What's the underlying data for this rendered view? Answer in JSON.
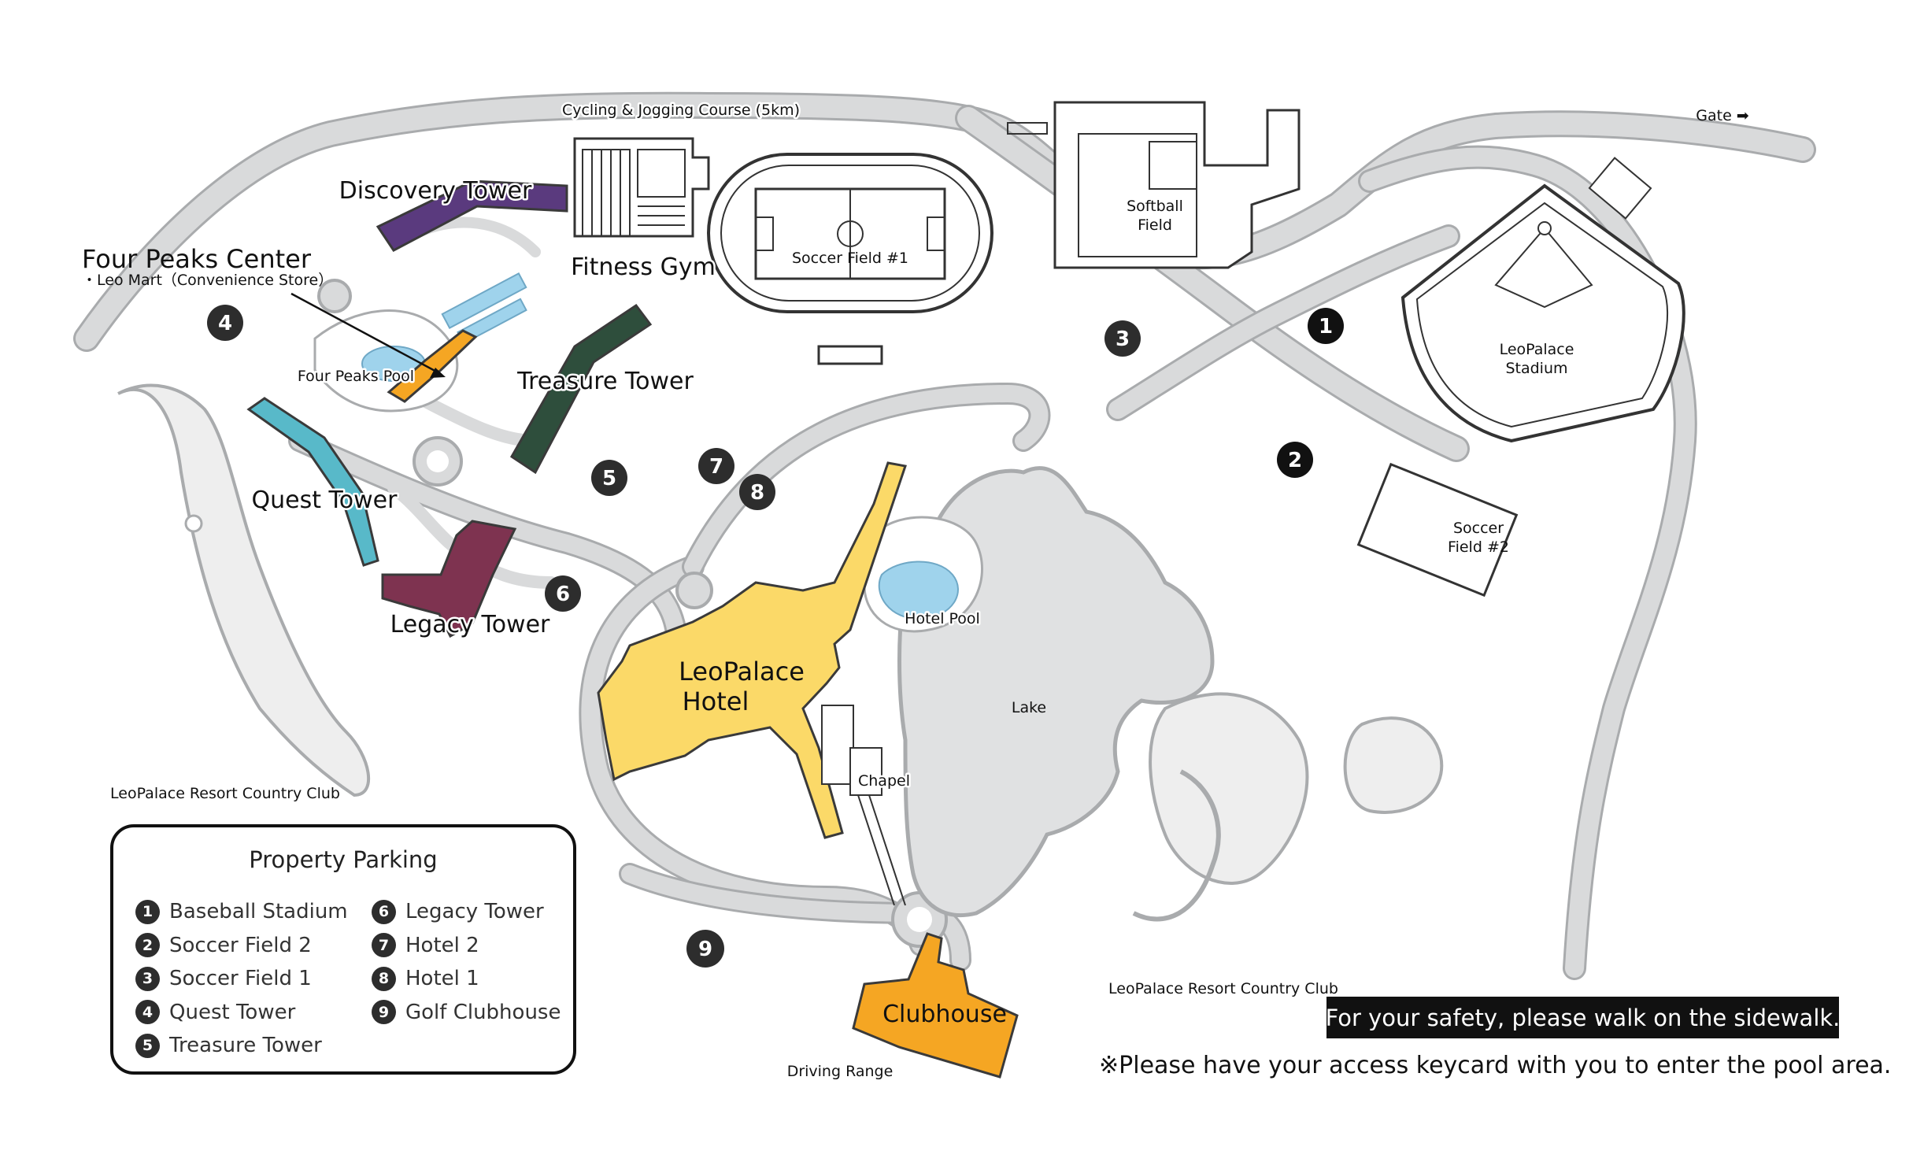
{
  "colors": {
    "road": "#d9dadb",
    "road_outline": "#a9abad",
    "lake": "#e0e1e2",
    "discovery_tower": "#5a3a7e",
    "treasure_tower": "#2e4e3c",
    "quest_tower": "#58b9c9",
    "legacy_tower": "#7e3350",
    "four_peaks_center": "#f5a623",
    "hotel": "#fbd968",
    "clubhouse": "#f5a623",
    "pool_water": "#9fd3ec",
    "parking_marker": "#2d2d2d",
    "ppl_marker": "#111111"
  },
  "map": {
    "labels": {
      "cycling_course": "Cycling & Jogging Course (5km)",
      "gate": "Gate ➡",
      "discovery_tower": "Discovery Tower",
      "fitness_gym": "Fitness Gym",
      "four_peaks_center": "Four Peaks Center",
      "leo_mart": "・Leo Mart（Convenience Store）",
      "four_peaks_pool": "Four Peaks Pool",
      "treasure_tower": "Treasure Tower",
      "quest_tower": "Quest Tower",
      "legacy_tower": "Legacy Tower",
      "soccer_field_1": "Soccer Field #1",
      "softball_field_line1": "Softball",
      "softball_field_line2": "Field",
      "leopalace_stadium_line1": "LeoPalace",
      "leopalace_stadium_line2": "Stadium",
      "soccer_field_2_line1": "Soccer",
      "soccer_field_2_line2": "Field #2",
      "hotel_pool": "Hotel Pool",
      "hotel_line1": "LeoPalace",
      "hotel_line2": "Hotel",
      "lake": "Lake",
      "chapel": "Chapel",
      "clubhouse": "Clubhouse",
      "driving_range": "Driving Range",
      "country_club_west": "LeoPalace Resort Country Club",
      "country_club_east": "LeoPalace Resort Country Club"
    },
    "parking_markers": [
      {
        "number": "1",
        "style": "black"
      },
      {
        "number": "2",
        "style": "black"
      },
      {
        "number": "3",
        "style": "gray"
      },
      {
        "number": "4",
        "style": "gray"
      },
      {
        "number": "5",
        "style": "gray"
      },
      {
        "number": "6",
        "style": "gray"
      },
      {
        "number": "7",
        "style": "gray"
      },
      {
        "number": "8",
        "style": "gray"
      },
      {
        "number": "9",
        "style": "gray"
      }
    ]
  },
  "legend": {
    "title": "Property Parking",
    "items": [
      {
        "number": "1",
        "label": "Baseball Stadium"
      },
      {
        "number": "2",
        "label": "Soccer Field 2"
      },
      {
        "number": "3",
        "label": "Soccer Field 1"
      },
      {
        "number": "4",
        "label": "Quest Tower"
      },
      {
        "number": "5",
        "label": "Treasure Tower"
      },
      {
        "number": "6",
        "label": "Legacy Tower"
      },
      {
        "number": "7",
        "label": "Hotel 2"
      },
      {
        "number": "8",
        "label": "Hotel 1"
      },
      {
        "number": "9",
        "label": "Golf Clubhouse"
      }
    ]
  },
  "notices": {
    "safety": "For your safety, please walk on the sidewalk.",
    "keycard": "※Please have your access keycard with you to enter the pool area."
  }
}
